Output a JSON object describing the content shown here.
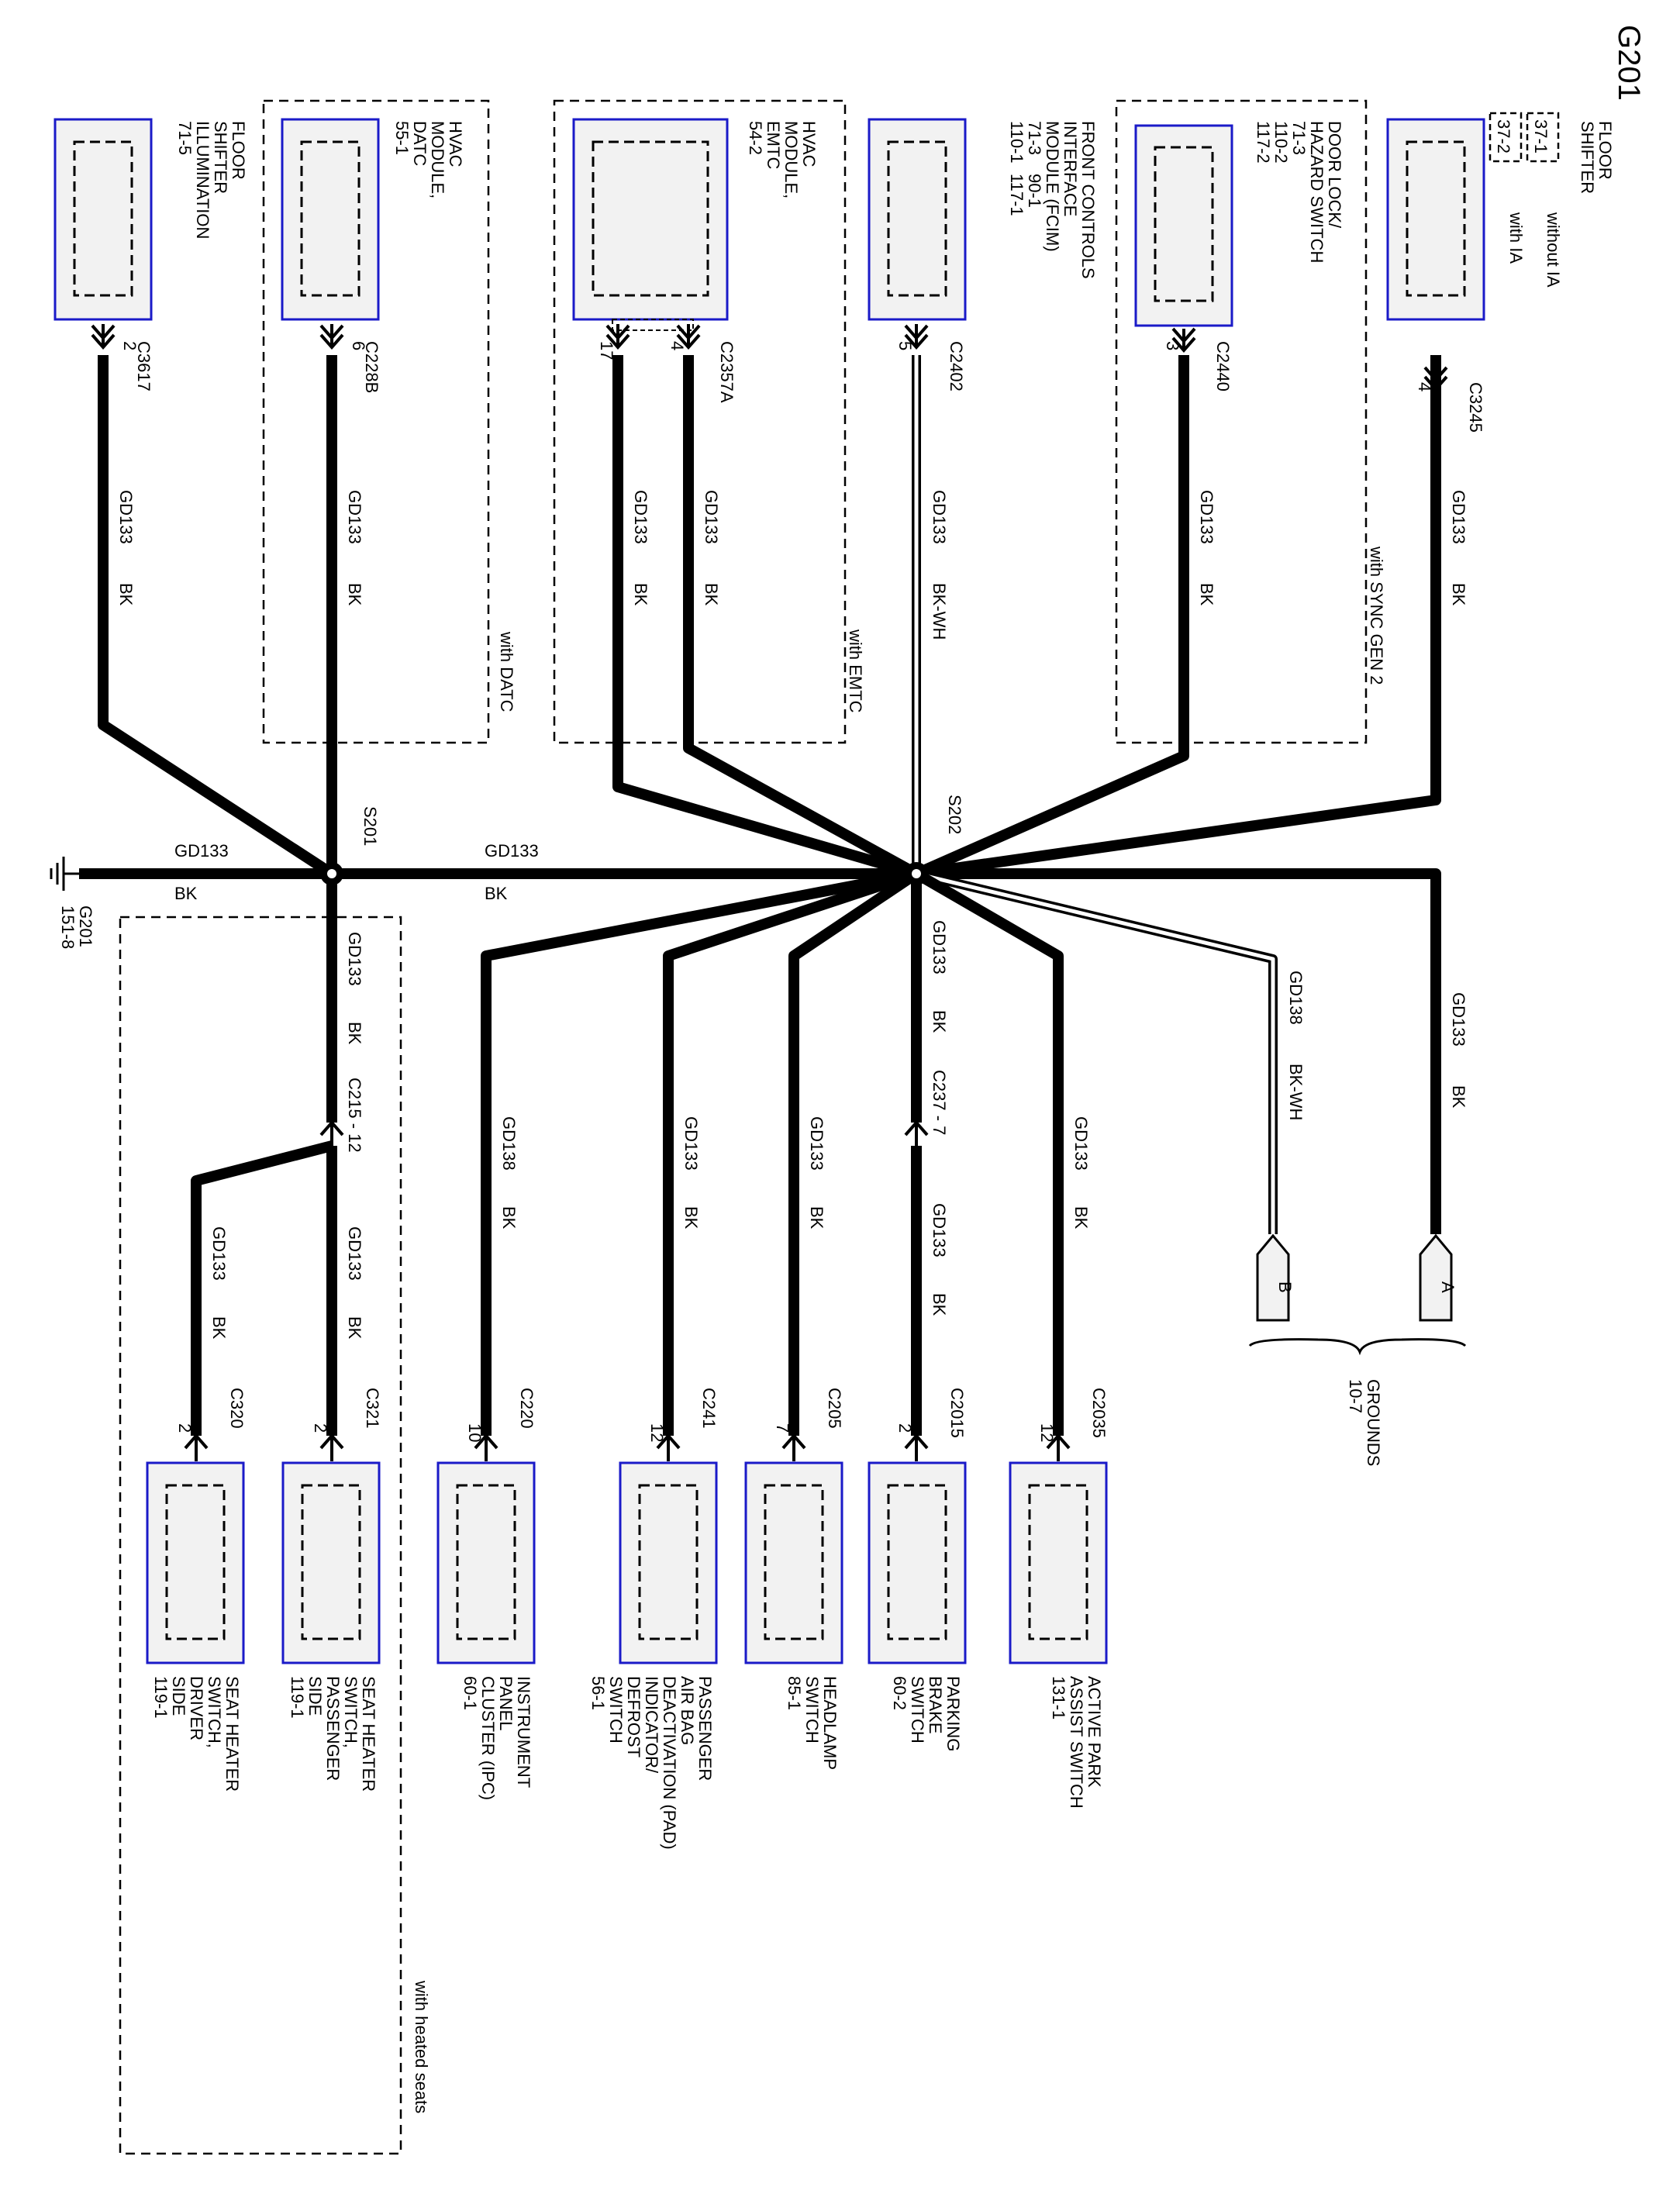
{
  "title": "G201",
  "ground": {
    "label": "G201",
    "ref": "151-8"
  },
  "main_wire": {
    "left": {
      "circuit": "GD133",
      "color": "BK"
    },
    "right": {
      "circuit": "GD133",
      "color": "BK"
    }
  },
  "splices": {
    "s201": "S201",
    "s202": "S202"
  },
  "top_components": [
    {
      "lines": [
        "FLOOR",
        "SHIFTER",
        "ILLUMINATION",
        "71-5"
      ],
      "connector": "C3617",
      "pin": "2",
      "circuit": "GD133",
      "color": "BK"
    },
    {
      "lines": [
        "HVAC",
        "MODULE,",
        "DATC",
        "55-1"
      ],
      "connector": "C228B",
      "pin": "6",
      "circuit": "GD133",
      "color": "BK",
      "option": "with DATC"
    },
    {
      "lines": [
        "HVAC",
        "MODULE,",
        "EMTC",
        "54-2"
      ],
      "connector": "C2357A",
      "pins": [
        "17",
        "4"
      ],
      "wires": [
        {
          "circuit": "GD133",
          "color": "BK"
        },
        {
          "circuit": "GD133",
          "color": "BK"
        }
      ],
      "option": "with EMTC"
    },
    {
      "lines": [
        "FRONT CONTROLS",
        "INTERFACE",
        "MODULE (FCIM)",
        "71-3",
        "90-1",
        "110-1",
        "117-1"
      ],
      "connector": "C2402",
      "pin": "5",
      "circuit": "GD133",
      "color": "BK-WH"
    },
    {
      "lines": [
        "DOOR LOCK/",
        "HAZARD SWITCH",
        "71-3",
        "110-2",
        "117-2"
      ],
      "connector": "C2440",
      "pin": "3",
      "circuit": "GD133",
      "color": "BK",
      "option": "with SYNC GEN 2"
    },
    {
      "lines": [
        "FLOOR",
        "SHIFTER"
      ],
      "variants": [
        {
          "ref": "37-1",
          "note": "without IA"
        },
        {
          "ref": "37-2",
          "note": "with IA"
        }
      ],
      "connector": "C3245",
      "pin": "4",
      "circuit": "GD133",
      "color": "BK"
    }
  ],
  "s201_down": {
    "circuit": "GD133",
    "color": "BK",
    "inline_connector": "C215 - 12"
  },
  "bottom_components": [
    {
      "lines": [
        "SEAT HEATER",
        "SWITCH,",
        "DRIVER",
        "SIDE",
        "119-1"
      ],
      "connector": "C320",
      "pin": "2",
      "circuit": "GD133",
      "color": "BK"
    },
    {
      "lines": [
        "SEAT HEATER",
        "SWITCH,",
        "PASSENGER",
        "SIDE",
        "119-1"
      ],
      "connector": "C321",
      "pin": "2",
      "circuit": "GD133",
      "color": "BK"
    },
    {
      "lines": [
        "INSTRUMENT",
        "PANEL",
        "CLUSTER (IPC)",
        "60-1"
      ],
      "connector": "C220",
      "pin": "10",
      "circuit": "GD138",
      "color": "BK"
    },
    {
      "lines": [
        "PASSENGER",
        "AIR BAG",
        "DEACTIVATION (PAD)",
        "INDICATOR/",
        "DEFROST",
        "SWITCH",
        "56-1"
      ],
      "connector": "C241",
      "pin": "12",
      "circuit": "GD133",
      "color": "BK"
    },
    {
      "lines": [
        "HEADLAMP",
        "SWITCH",
        "85-1"
      ],
      "connector": "C205",
      "pin": "7",
      "circuit": "GD133",
      "color": "BK"
    },
    {
      "lines": [
        "PARKING",
        "BRAKE",
        "SWITCH",
        "60-2"
      ],
      "connector": "C2015",
      "pin": "2",
      "upper": {
        "circuit": "GD133",
        "color": "BK"
      },
      "inline_connector": "C237 - 7",
      "lower": {
        "circuit": "GD133",
        "color": "BK"
      }
    },
    {
      "lines": [
        "ACTIVE PARK",
        "ASSIST SWITCH",
        "131-1"
      ],
      "connector": "C2035",
      "pin": "12",
      "circuit": "GD133",
      "color": "BK"
    }
  ],
  "heated_seats_option": "with heated seats",
  "grounds_refs": [
    {
      "letter": "B",
      "circuit": "GD138",
      "color": "BK-WH"
    },
    {
      "letter": "A",
      "circuit": "GD133",
      "color": "BK"
    }
  ],
  "grounds_label": {
    "title": "GROUNDS",
    "ref": "10-7"
  }
}
